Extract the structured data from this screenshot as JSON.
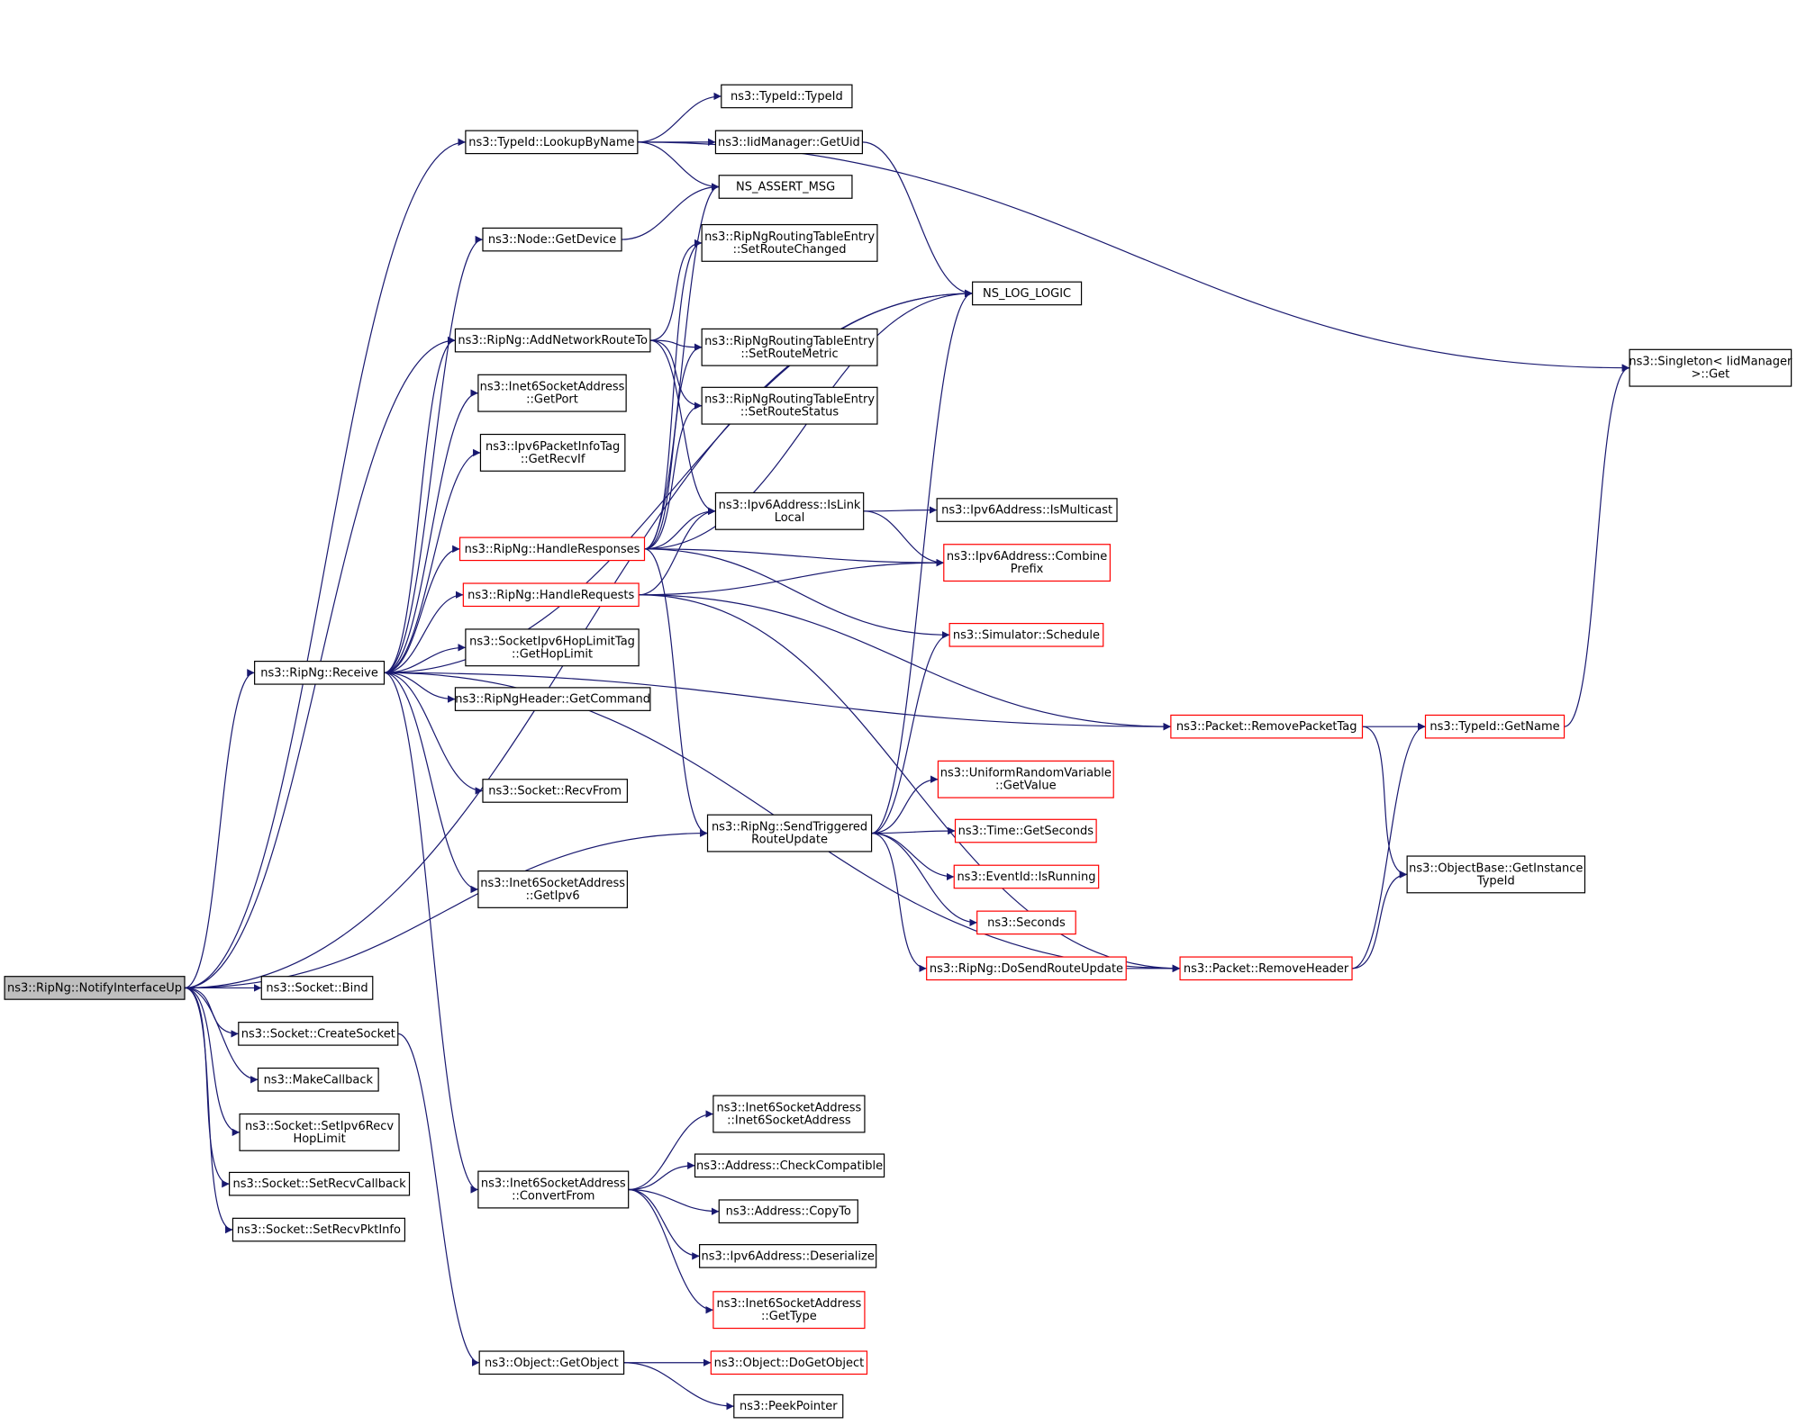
{
  "colors": {
    "edge": "#191970",
    "border_normal": "#000000",
    "border_truncated": "#ff0000",
    "root_fill": "#bfbfbf",
    "node_fill": "#ffffff",
    "text": "#000000"
  },
  "nodes": [
    {
      "id": "notify",
      "lines": [
        "ns3::RipNg::NotifyInterfaceUp"
      ],
      "style": "root"
    },
    {
      "id": "bind",
      "lines": [
        "ns3::Socket::Bind"
      ],
      "style": "normal"
    },
    {
      "id": "createsocket",
      "lines": [
        "ns3::Socket::CreateSocket"
      ],
      "style": "normal"
    },
    {
      "id": "makecallback",
      "lines": [
        "ns3::MakeCallback"
      ],
      "style": "normal"
    },
    {
      "id": "setipv6recv",
      "lines": [
        "ns3::Socket::SetIpv6Recv",
        "HopLimit"
      ],
      "style": "normal"
    },
    {
      "id": "setrecvcallback",
      "lines": [
        "ns3::Socket::SetRecvCallback"
      ],
      "style": "normal"
    },
    {
      "id": "setrecvpktinfo",
      "lines": [
        "ns3::Socket::SetRecvPktInfo"
      ],
      "style": "normal"
    },
    {
      "id": "receive",
      "lines": [
        "ns3::RipNg::Receive"
      ],
      "style": "normal"
    },
    {
      "id": "lookupbyname",
      "lines": [
        "ns3::TypeId::LookupByName"
      ],
      "style": "normal"
    },
    {
      "id": "nodegetdevice",
      "lines": [
        "ns3::Node::GetDevice"
      ],
      "style": "normal"
    },
    {
      "id": "addnetworkrouteto",
      "lines": [
        "ns3::RipNg::AddNetworkRouteTo"
      ],
      "style": "normal"
    },
    {
      "id": "getport",
      "lines": [
        "ns3::Inet6SocketAddress",
        "::GetPort"
      ],
      "style": "normal"
    },
    {
      "id": "getrecvif",
      "lines": [
        "ns3::Ipv6PacketInfoTag",
        "::GetRecvIf"
      ],
      "style": "normal"
    },
    {
      "id": "handleresponses",
      "lines": [
        "ns3::RipNg::HandleResponses"
      ],
      "style": "truncated"
    },
    {
      "id": "handlerequests",
      "lines": [
        "ns3::RipNg::HandleRequests"
      ],
      "style": "truncated"
    },
    {
      "id": "gethoplimit",
      "lines": [
        "ns3::SocketIpv6HopLimitTag",
        "::GetHopLimit"
      ],
      "style": "normal"
    },
    {
      "id": "getcommand",
      "lines": [
        "ns3::RipNgHeader::GetCommand"
      ],
      "style": "normal"
    },
    {
      "id": "recvfrom",
      "lines": [
        "ns3::Socket::RecvFrom"
      ],
      "style": "normal"
    },
    {
      "id": "getipv6",
      "lines": [
        "ns3::Inet6SocketAddress",
        "::GetIpv6"
      ],
      "style": "normal"
    },
    {
      "id": "convertfrom",
      "lines": [
        "ns3::Inet6SocketAddress",
        "::ConvertFrom"
      ],
      "style": "normal"
    },
    {
      "id": "getobject",
      "lines": [
        "ns3::Object::GetObject"
      ],
      "style": "normal"
    },
    {
      "id": "typeidctor",
      "lines": [
        "ns3::TypeId::TypeId"
      ],
      "style": "normal"
    },
    {
      "id": "getuid",
      "lines": [
        "ns3::IidManager::GetUid"
      ],
      "style": "normal"
    },
    {
      "id": "nsassert",
      "lines": [
        "NS_ASSERT_MSG"
      ],
      "style": "normal"
    },
    {
      "id": "setroutechanged",
      "lines": [
        "ns3::RipNgRoutingTableEntry",
        "::SetRouteChanged"
      ],
      "style": "normal"
    },
    {
      "id": "setroutemetric",
      "lines": [
        "ns3::RipNgRoutingTableEntry",
        "::SetRouteMetric"
      ],
      "style": "normal"
    },
    {
      "id": "setroutestatus",
      "lines": [
        "ns3::RipNgRoutingTableEntry",
        "::SetRouteStatus"
      ],
      "style": "normal"
    },
    {
      "id": "islinklocal",
      "lines": [
        "ns3::Ipv6Address::IsLink",
        "Local"
      ],
      "style": "normal"
    },
    {
      "id": "sendtriggered",
      "lines": [
        "ns3::RipNg::SendTriggered",
        "RouteUpdate"
      ],
      "style": "normal"
    },
    {
      "id": "inet6ctor",
      "lines": [
        "ns3::Inet6SocketAddress",
        "::Inet6SocketAddress"
      ],
      "style": "normal"
    },
    {
      "id": "checkcompatible",
      "lines": [
        "ns3::Address::CheckCompatible"
      ],
      "style": "normal"
    },
    {
      "id": "copyto",
      "lines": [
        "ns3::Address::CopyTo"
      ],
      "style": "normal"
    },
    {
      "id": "deserialize",
      "lines": [
        "ns3::Ipv6Address::Deserialize"
      ],
      "style": "normal"
    },
    {
      "id": "gettype",
      "lines": [
        "ns3::Inet6SocketAddress",
        "::GetType"
      ],
      "style": "truncated"
    },
    {
      "id": "dogetobject",
      "lines": [
        "ns3::Object::DoGetObject"
      ],
      "style": "truncated"
    },
    {
      "id": "peekpointer",
      "lines": [
        "ns3::PeekPointer"
      ],
      "style": "normal"
    },
    {
      "id": "nslog",
      "lines": [
        "NS_LOG_LOGIC"
      ],
      "style": "normal"
    },
    {
      "id": "ismulticast",
      "lines": [
        "ns3::Ipv6Address::IsMulticast"
      ],
      "style": "normal"
    },
    {
      "id": "combineprefix",
      "lines": [
        "ns3::Ipv6Address::Combine",
        "Prefix"
      ],
      "style": "truncated"
    },
    {
      "id": "schedule",
      "lines": [
        "ns3::Simulator::Schedule"
      ],
      "style": "truncated"
    },
    {
      "id": "getvalue",
      "lines": [
        "ns3::UniformRandomVariable",
        "::GetValue"
      ],
      "style": "truncated"
    },
    {
      "id": "getseconds",
      "lines": [
        "ns3::Time::GetSeconds"
      ],
      "style": "truncated"
    },
    {
      "id": "isrunning",
      "lines": [
        "ns3::EventId::IsRunning"
      ],
      "style": "truncated"
    },
    {
      "id": "seconds",
      "lines": [
        "ns3::Seconds"
      ],
      "style": "truncated"
    },
    {
      "id": "dosendrouteupdate",
      "lines": [
        "ns3::RipNg::DoSendRouteUpdate"
      ],
      "style": "truncated"
    },
    {
      "id": "removepackettag",
      "lines": [
        "ns3::Packet::RemovePacketTag"
      ],
      "style": "truncated"
    },
    {
      "id": "removeheader",
      "lines": [
        "ns3::Packet::RemoveHeader"
      ],
      "style": "truncated"
    },
    {
      "id": "typeidgetname",
      "lines": [
        "ns3::TypeId::GetName"
      ],
      "style": "truncated"
    },
    {
      "id": "getinstancetypeid",
      "lines": [
        "ns3::ObjectBase::GetInstance",
        "TypeId"
      ],
      "style": "normal"
    },
    {
      "id": "singletonget",
      "lines": [
        "ns3::Singleton< IidManager",
        ">::Get"
      ],
      "style": "normal"
    }
  ],
  "edges": [
    [
      "notify",
      "bind"
    ],
    [
      "notify",
      "createsocket"
    ],
    [
      "notify",
      "makecallback"
    ],
    [
      "notify",
      "setipv6recv"
    ],
    [
      "notify",
      "setrecvcallback"
    ],
    [
      "notify",
      "setrecvpktinfo"
    ],
    [
      "notify",
      "receive"
    ],
    [
      "notify",
      "lookupbyname"
    ],
    [
      "notify",
      "addnetworkrouteto"
    ],
    [
      "notify",
      "sendtriggered"
    ],
    [
      "notify",
      "nslog"
    ],
    [
      "createsocket",
      "getobject"
    ],
    [
      "receive",
      "nodegetdevice"
    ],
    [
      "receive",
      "addnetworkrouteto"
    ],
    [
      "receive",
      "getport"
    ],
    [
      "receive",
      "getrecvif"
    ],
    [
      "receive",
      "handleresponses"
    ],
    [
      "receive",
      "handlerequests"
    ],
    [
      "receive",
      "gethoplimit"
    ],
    [
      "receive",
      "getcommand"
    ],
    [
      "receive",
      "recvfrom"
    ],
    [
      "receive",
      "getipv6"
    ],
    [
      "receive",
      "convertfrom"
    ],
    [
      "receive",
      "removepackettag"
    ],
    [
      "receive",
      "removeheader"
    ],
    [
      "receive",
      "nslog"
    ],
    [
      "lookupbyname",
      "typeidctor"
    ],
    [
      "lookupbyname",
      "getuid"
    ],
    [
      "lookupbyname",
      "nsassert"
    ],
    [
      "lookupbyname",
      "singletonget"
    ],
    [
      "nodegetdevice",
      "nsassert"
    ],
    [
      "addnetworkrouteto",
      "setroutechanged"
    ],
    [
      "addnetworkrouteto",
      "setroutemetric"
    ],
    [
      "addnetworkrouteto",
      "setroutestatus"
    ],
    [
      "addnetworkrouteto",
      "islinklocal"
    ],
    [
      "handleresponses",
      "nsassert"
    ],
    [
      "handleresponses",
      "setroutechanged"
    ],
    [
      "handleresponses",
      "setroutemetric"
    ],
    [
      "handleresponses",
      "setroutestatus"
    ],
    [
      "handleresponses",
      "islinklocal"
    ],
    [
      "handleresponses",
      "combineprefix"
    ],
    [
      "handleresponses",
      "nslog"
    ],
    [
      "handleresponses",
      "sendtriggered"
    ],
    [
      "handleresponses",
      "schedule"
    ],
    [
      "handlerequests",
      "islinklocal"
    ],
    [
      "handlerequests",
      "combineprefix"
    ],
    [
      "handlerequests",
      "removepackettag"
    ],
    [
      "handlerequests",
      "removeheader"
    ],
    [
      "convertfrom",
      "inet6ctor"
    ],
    [
      "convertfrom",
      "checkcompatible"
    ],
    [
      "convertfrom",
      "copyto"
    ],
    [
      "convertfrom",
      "deserialize"
    ],
    [
      "convertfrom",
      "gettype"
    ],
    [
      "getobject",
      "dogetobject"
    ],
    [
      "getobject",
      "peekpointer"
    ],
    [
      "getuid",
      "nslog"
    ],
    [
      "islinklocal",
      "ismulticast"
    ],
    [
      "islinklocal",
      "combineprefix"
    ],
    [
      "sendtriggered",
      "nslog"
    ],
    [
      "sendtriggered",
      "schedule"
    ],
    [
      "sendtriggered",
      "getvalue"
    ],
    [
      "sendtriggered",
      "getseconds"
    ],
    [
      "sendtriggered",
      "isrunning"
    ],
    [
      "sendtriggered",
      "seconds"
    ],
    [
      "sendtriggered",
      "dosendrouteupdate"
    ],
    [
      "dosendrouteupdate",
      "removeheader"
    ],
    [
      "removepackettag",
      "typeidgetname"
    ],
    [
      "removepackettag",
      "getinstancetypeid"
    ],
    [
      "removeheader",
      "typeidgetname"
    ],
    [
      "removeheader",
      "getinstancetypeid"
    ],
    [
      "typeidgetname",
      "singletonget"
    ]
  ]
}
